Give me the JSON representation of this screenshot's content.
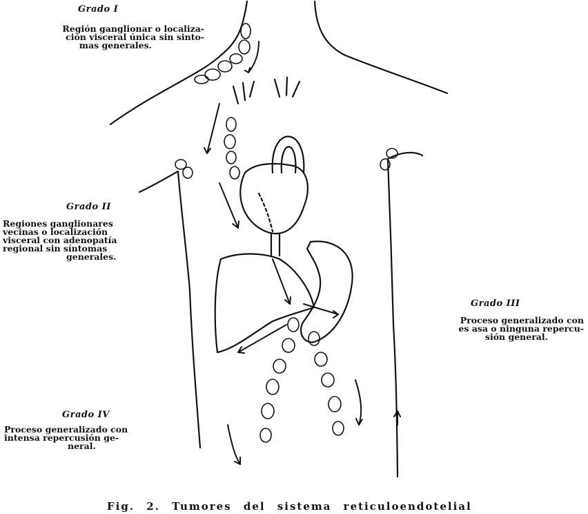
{
  "grades": [
    {
      "title": "Grado I",
      "lines": [
        "Región ganglionar o localiza-",
        "ción visceral única sin sinto-",
        "mas generales."
      ]
    },
    {
      "title": "Grado II",
      "lines": [
        "Regiones ganglionares",
        "vecinas o localización",
        "visceral con adenopatía",
        "regional sin síntomas",
        "generales."
      ]
    },
    {
      "title": "Grado III",
      "lines": [
        "Proceso generalizado con",
        "es asa o ninguna repercu-",
        "sión general."
      ]
    },
    {
      "title": "Grado IV",
      "lines": [
        "Proceso generalizado con",
        "intensa repercusión ge-",
        "neral."
      ]
    }
  ],
  "caption": "Fig. 2. Tumores del sistema reticuloendotelial"
}
